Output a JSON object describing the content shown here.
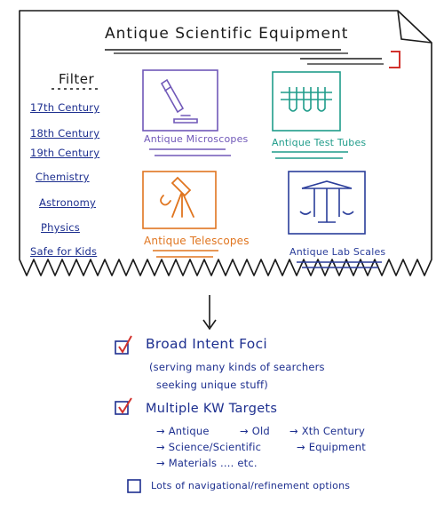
{
  "header": {
    "title": "Antique Scientific Equipment"
  },
  "filter": {
    "title": "Filter",
    "items": [
      "17th Century",
      "18th Century",
      "19th Century",
      "Chemistry",
      "Astronomy",
      "Physics",
      "Safe for Kids"
    ]
  },
  "cards": [
    {
      "label": "Antique Microscopes",
      "color": "#7058b8"
    },
    {
      "label": "Antique Test Tubes",
      "color": "#1f9c8a"
    },
    {
      "label": "Antique Telescopes",
      "color": "#e0751f"
    },
    {
      "label": "Antique Lab Scales",
      "color": "#2a3d9a"
    }
  ],
  "notes": {
    "item1": {
      "title": "Broad Intent Foci",
      "line1": "(serving many kinds of searchers",
      "line2": "seeking unique stuff)"
    },
    "item2": {
      "title": "Multiple KW Targets",
      "kw": [
        "→ Antique",
        "→ Old",
        "→ Xth Century",
        "→ Science/Scientific",
        "→ Equipment",
        "→ Materials .... etc."
      ]
    },
    "item3": {
      "title": "Lots of navigational/refinement options"
    }
  },
  "colors": {
    "ink": "#1d2f8f",
    "check": "#d2322d",
    "frame": "#1a1a1a"
  }
}
